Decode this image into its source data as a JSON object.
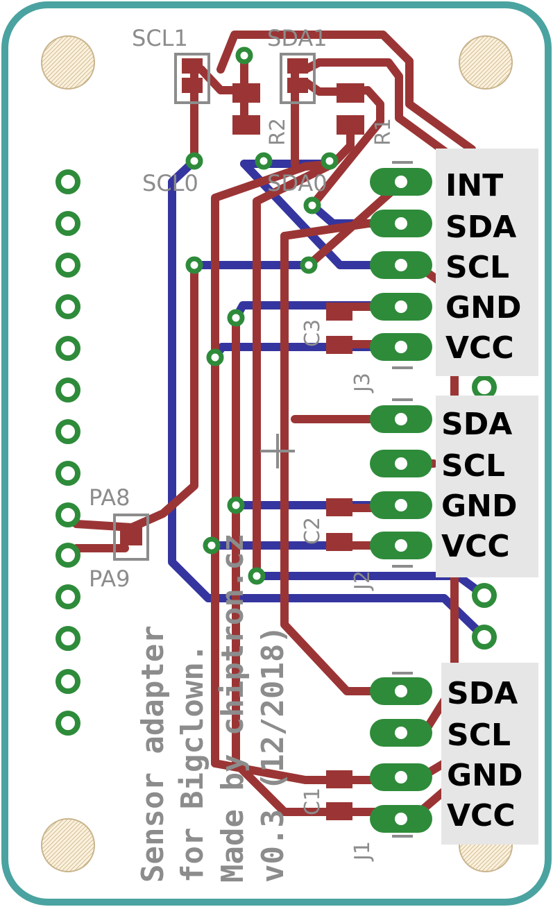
{
  "board": {
    "outline_color": "#4aa3a0",
    "top_copper_color": "#9b3535",
    "bottom_copper_color": "#3535a0",
    "pad_color": "#2e8b3a",
    "silk_color": "#8c8c8c"
  },
  "silk_labels": {
    "scl1": "SCL1",
    "sda1": "SDA1",
    "scl0": "SCL0",
    "sda0": "SDA0",
    "r1": "R1",
    "r2": "R2",
    "c1": "C1",
    "c2": "C2",
    "c3": "C3",
    "j1": "J1",
    "j2": "J2",
    "j3": "J3",
    "pa8": "PA8",
    "pa9": "PA9"
  },
  "credit_lines": [
    "Sensor adapter",
    "for Bigclown.",
    "Made by chiptron.cz",
    "v0.3 (12/2018)"
  ],
  "connectors": {
    "j3": [
      "INT",
      "SDA",
      "SCL",
      "GND",
      "VCC"
    ],
    "j2": [
      "SDA",
      "SCL",
      "GND",
      "VCC"
    ],
    "j1": [
      "SDA",
      "SCL",
      "GND",
      "VCC"
    ]
  }
}
